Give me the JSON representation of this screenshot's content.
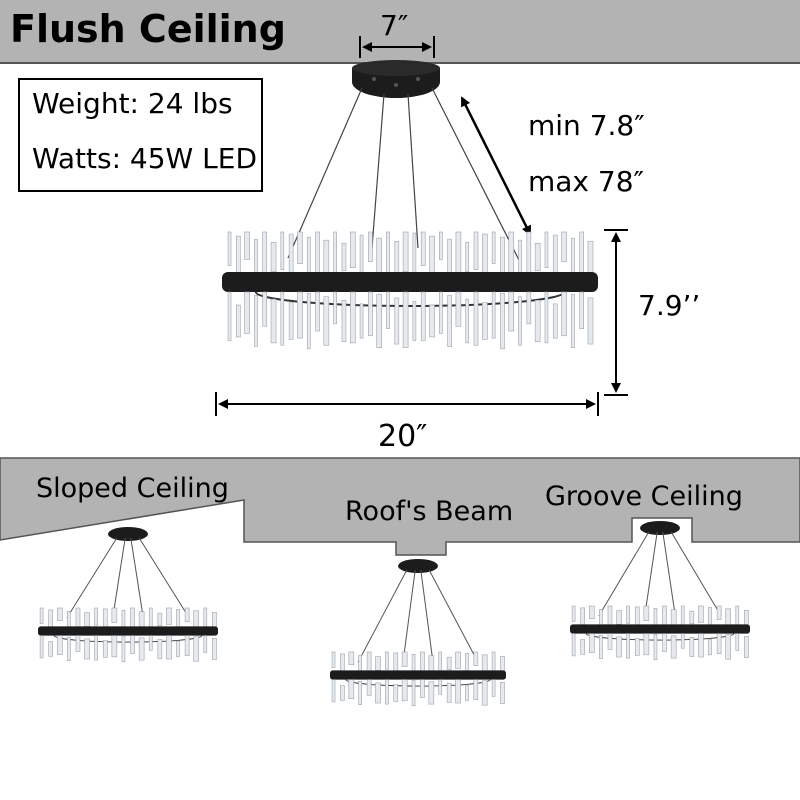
{
  "title": "Flush Ceiling",
  "specs": {
    "weight": "Weight: 24 lbs",
    "watts": "Watts: 45W LED"
  },
  "dimensions": {
    "canopy_width": "7″",
    "chain_min": "min 7.8″",
    "chain_max": "max 78″",
    "height": "7.9’’",
    "width": "20″"
  },
  "installations": [
    {
      "label": "Sloped Ceiling"
    },
    {
      "label": "Roof's Beam"
    },
    {
      "label": "Groove Ceiling"
    }
  ],
  "colors": {
    "ceiling": "#b3b3b3",
    "fixture_black": "#1c1c1c",
    "crystal": "#e6eaee"
  }
}
